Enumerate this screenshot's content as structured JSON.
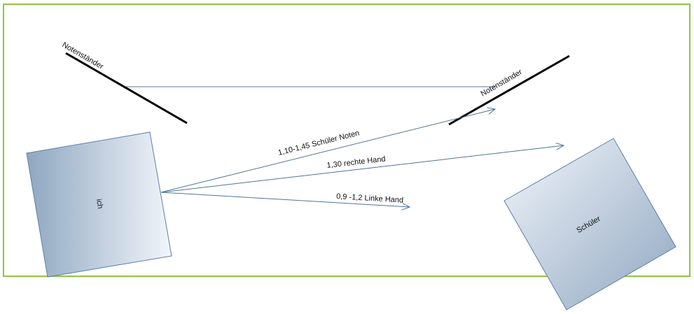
{
  "labels": {
    "stand_left": "Notenständer",
    "stand_right": "Notenständer",
    "teacher": "ich",
    "student": "Schüler",
    "arrow_notes": "1,10-1,45 Schüler Noten",
    "arrow_right_hand": "1,30 rechte Hand",
    "arrow_left_hand": "0,9 -1,2 Linke Hand"
  },
  "colors": {
    "room_border": "#8DC63F",
    "arrow": "#4F7399",
    "stand": "#000000",
    "box_stroke": "#5E7EA2",
    "gradient_dark": "#8FA7C0",
    "gradient_light": "#F2F5FB"
  }
}
